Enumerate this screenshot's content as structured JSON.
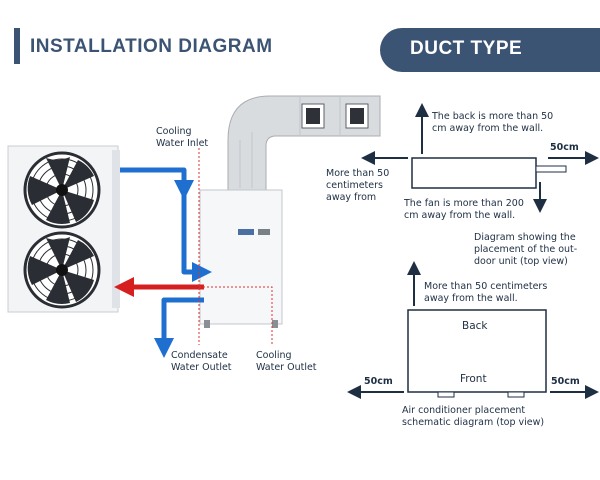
{
  "header": {
    "title": "INSTALLATION DIAGRAM",
    "badge": "DUCT TYPE"
  },
  "left_diagram": {
    "cooling_water_inlet": [
      "Cooling",
      "Water Inlet"
    ],
    "condensate_water_outlet": [
      "Condensate",
      "Water Outlet"
    ],
    "cooling_water_outlet": [
      "Cooling",
      "Water Outlet"
    ],
    "colors": {
      "cold_pipe": "#1f6fd1",
      "hot_pipe": "#d62020",
      "boundary": "#e03030"
    }
  },
  "top_view_duct": {
    "back_note": [
      "The back is more than 50",
      "cm away from the wall."
    ],
    "side_note": [
      "More than 50",
      "centimeters",
      "away from"
    ],
    "fan_note": [
      "The fan is more than 200",
      "cm away from the wall."
    ],
    "right_clearance": "50cm",
    "caption": [
      "Diagram showing the",
      "placement of the out-",
      "door unit (top view)"
    ]
  },
  "top_view_ac": {
    "top_note": [
      "More than 50 centimeters",
      "away from the wall."
    ],
    "back_label": "Back",
    "front_label": "Front",
    "left_clearance": "50cm",
    "right_clearance": "50cm",
    "caption": [
      "Air conditioner placement",
      "schematic diagram (top view)"
    ]
  }
}
